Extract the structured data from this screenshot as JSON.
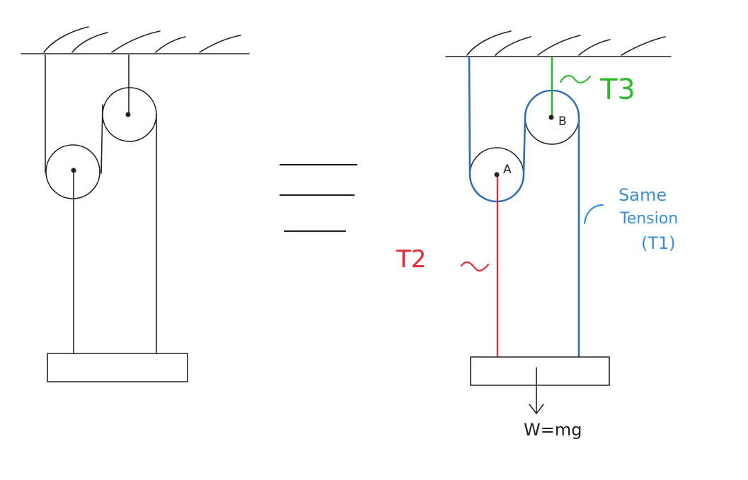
{
  "colors": {
    "ink": "#222222",
    "t1_rope": "#2e6fb3",
    "t1_label": "#3b8fd6",
    "t2": "#e8282c",
    "t3": "#2bbb2b"
  },
  "labels": {
    "pulley_a": "A",
    "pulley_b": "B",
    "t3": "T3",
    "t2": "T2",
    "same_tension_line1": "Same",
    "same_tension_line2": "Tension",
    "same_tension_line3": "(T1)",
    "weight": "W=mg"
  }
}
